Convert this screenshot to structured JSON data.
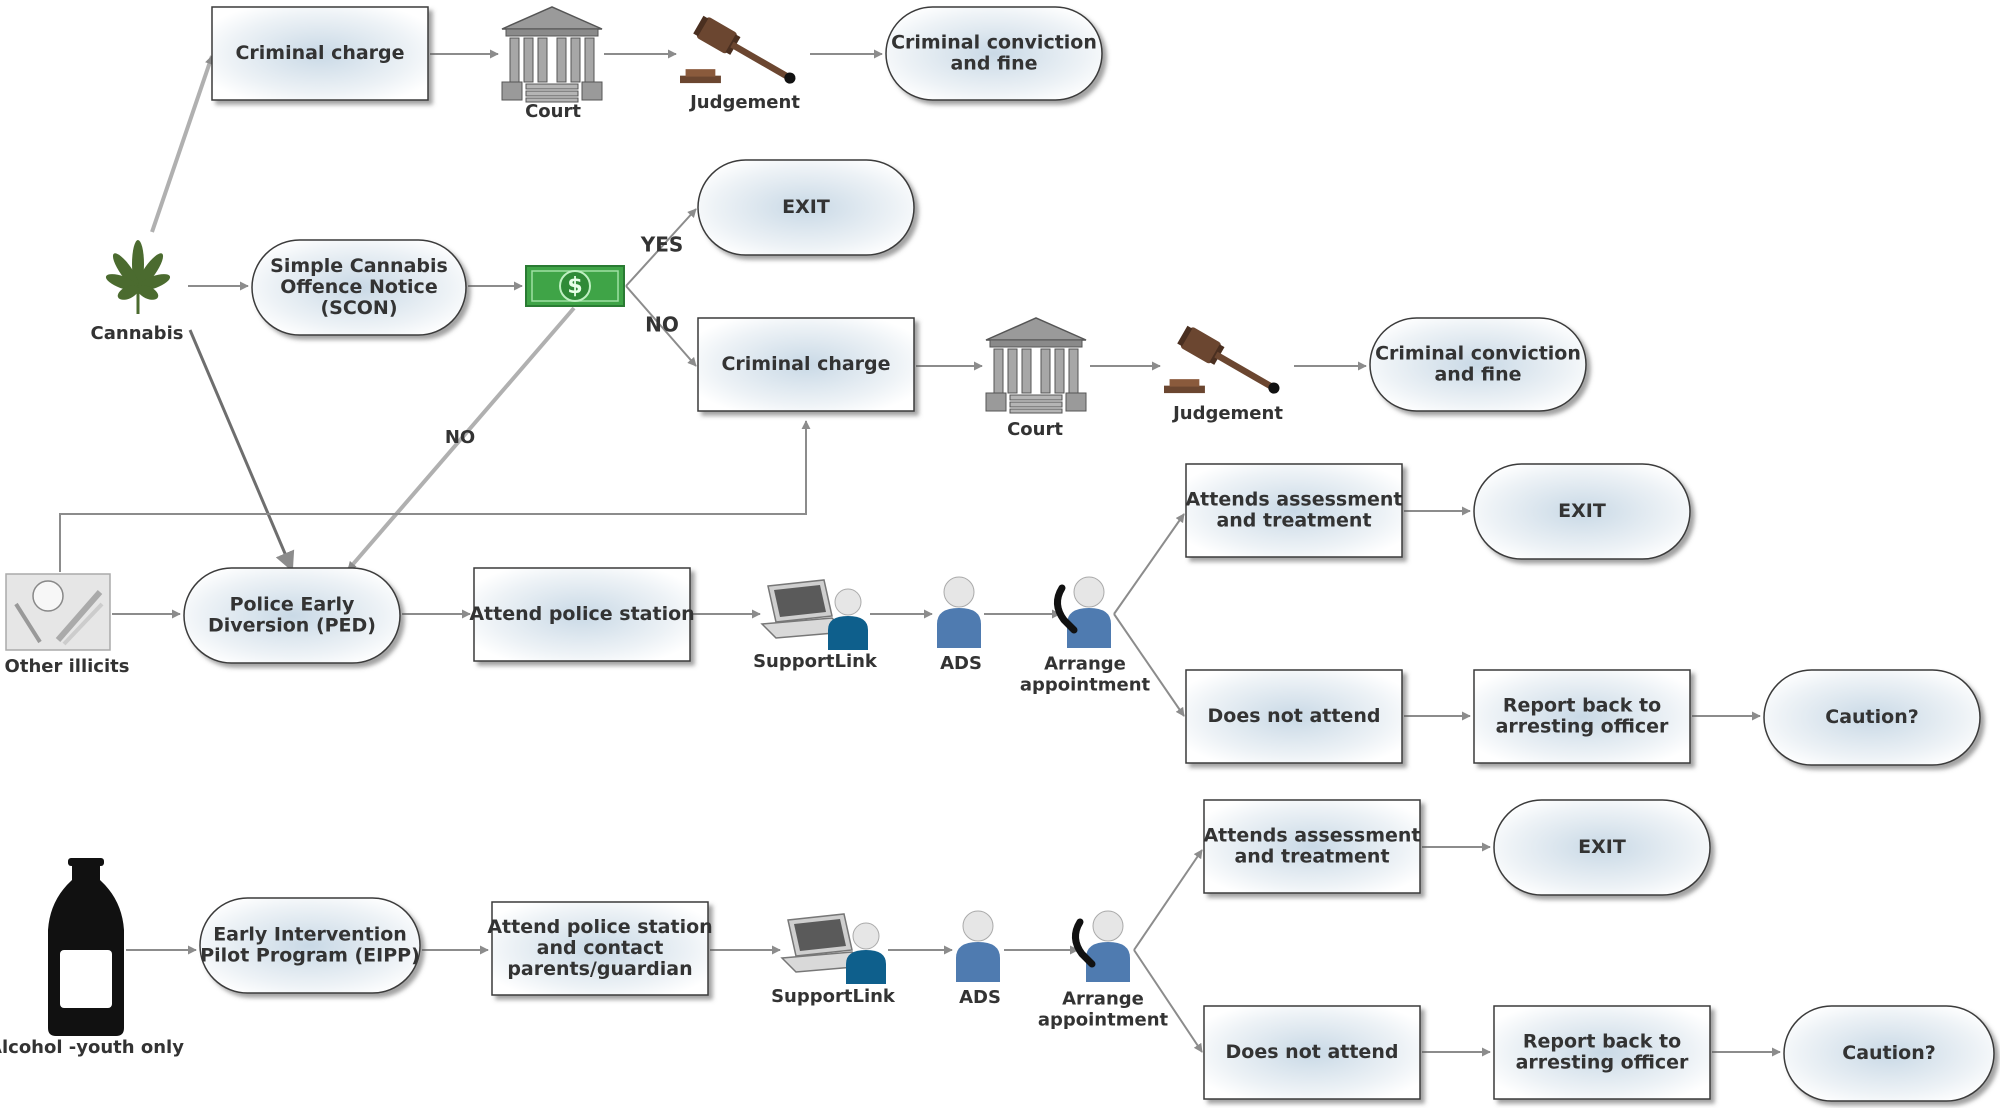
{
  "colors": {
    "line": "#8c8c8c",
    "line_dark": "#6e6e6e",
    "text": "#333333",
    "box_edge": "#3a3a3a",
    "box_glow": "#cfdde8",
    "leaf": "#4b6b2f",
    "money": "#3fa447",
    "gavel": "#6b4630",
    "person_dark": "#0e5f8c",
    "person_light": "#5b86b6",
    "person_head": "#e3e3e3"
  },
  "row1": {
    "criminal_charge": "Criminal charge",
    "court": "Court",
    "judgement": "Judgement",
    "conviction": [
      "Criminal conviction",
      "and fine"
    ]
  },
  "cannabis": {
    "label": "Cannabis",
    "icon": "cannabis-leaf-icon",
    "scon": [
      "Simple Cannabis",
      "Offence Notice",
      "(SCON)"
    ],
    "money_icon": "dollar-bill-icon",
    "yes": "YES",
    "no": "NO",
    "exit": "EXIT",
    "criminal_charge": "Criminal charge",
    "court": "Court",
    "judgement": "Judgement",
    "conviction": [
      "Criminal conviction",
      "and fine"
    ],
    "no_diversion": "NO"
  },
  "ped_row": {
    "illicits_label": "Other illicits",
    "illicits_icon": "syringe-pill-icon",
    "ped": [
      "Police Early",
      "Diversion (PED)"
    ],
    "attend": "Attend police station",
    "supportlink": "SupportLink",
    "ads": "ADS",
    "arrange": [
      "Arrange",
      "appointment"
    ],
    "attends_assessment": [
      "Attends assessment",
      "and treatment"
    ],
    "exit": "EXIT",
    "does_not_attend": "Does not attend",
    "report_back": [
      "Report back to",
      "arresting officer"
    ],
    "caution": "Caution?"
  },
  "eipp_row": {
    "alcohol_label": "Alcohol -youth only",
    "alcohol_icon": "bottle-icon",
    "eipp": [
      "Early Intervention",
      "Pilot Program (EIPP)"
    ],
    "attend": [
      "Attend police station",
      "and contact",
      "parents/guardian"
    ],
    "supportlink": "SupportLink",
    "ads": "ADS",
    "arrange": [
      "Arrange",
      "appointment"
    ],
    "attends_assessment": [
      "Attends assessment",
      "and treatment"
    ],
    "exit": "EXIT",
    "does_not_attend": "Does not attend",
    "report_back": [
      "Report back to",
      "arresting officer"
    ],
    "caution": "Caution?"
  }
}
